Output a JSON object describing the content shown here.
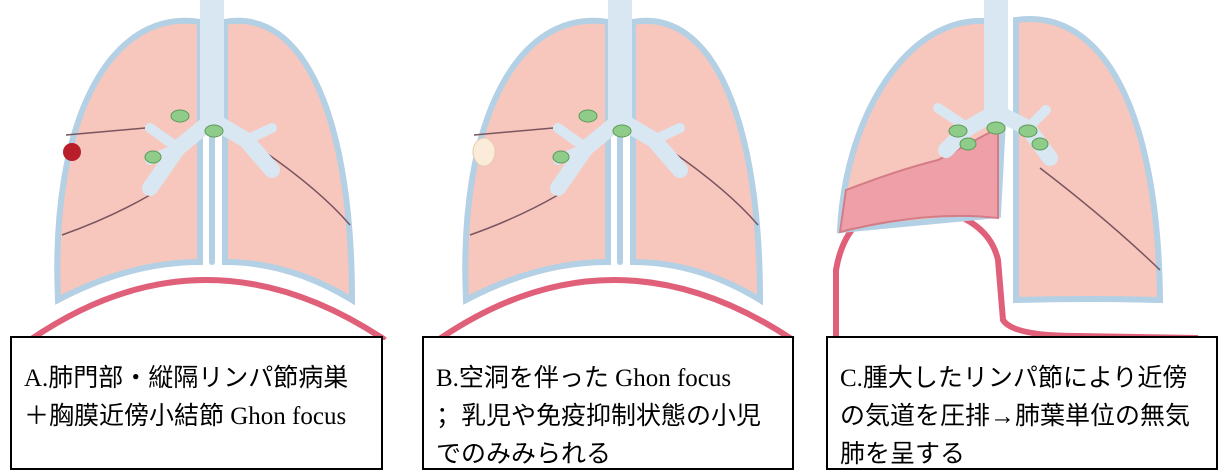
{
  "colors": {
    "lung_fill": "#f7c7bd",
    "lung_border": "#b3d0e4",
    "airway": "#d8e7f2",
    "node": "#8fcc8a",
    "diaphragm": "#e0607a",
    "ghon_focus": "#b81d2a",
    "cavity": "#fbecd9",
    "atelectasis": "#ee9fa7"
  },
  "panels": [
    {
      "id": "A",
      "caption_lines": [
        "A.肺門部・縦隔リンパ節病巣",
        "＋胸膜近傍小結節 Ghon focus"
      ]
    },
    {
      "id": "B",
      "caption_lines": [
        "B.空洞を伴った Ghon focus",
        "；乳児や免疫抑制状態の小児",
        "でのみみられる"
      ]
    },
    {
      "id": "C",
      "caption_lines": [
        "C.腫大したリンパ節により近傍",
        "の気道を圧排→肺葉単位の無気",
        "肺を呈する"
      ]
    }
  ]
}
